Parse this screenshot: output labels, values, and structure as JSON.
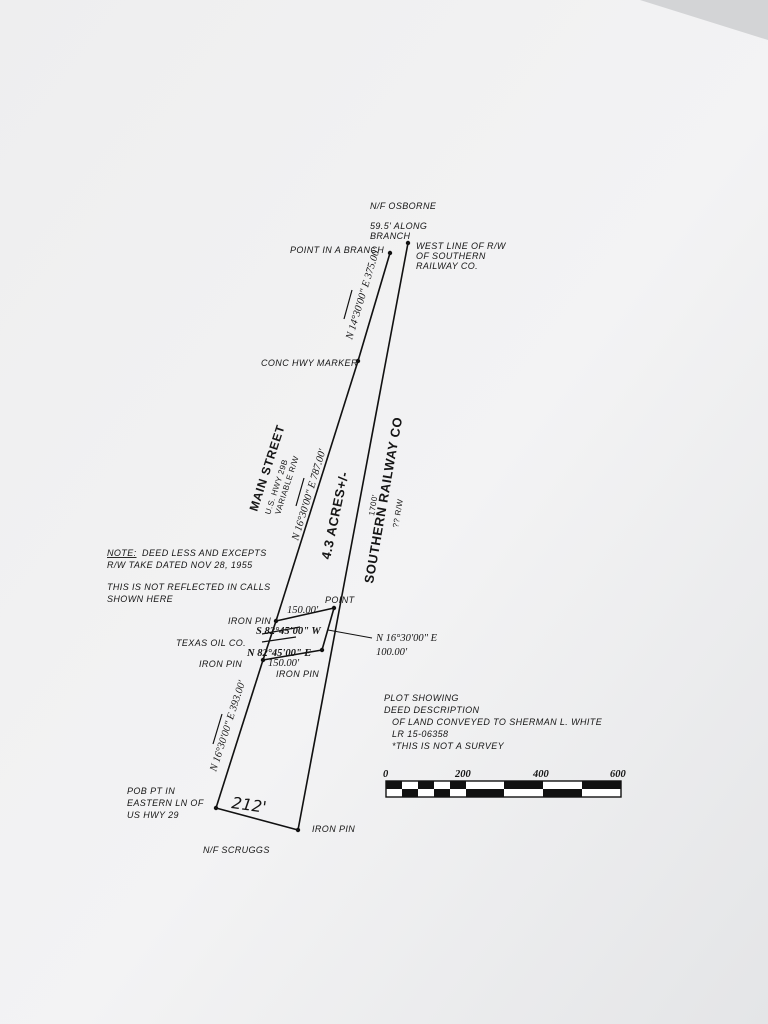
{
  "labels": {
    "nf_osborne": "N/F OSBORNE",
    "along_branch_1": "59.5' ALONG",
    "along_branch_2": "BRANCH",
    "point_branch": "POINT IN A BRANCH",
    "west_line_1": "WEST LINE OF R/W",
    "west_line_2": "OF SOUTHERN",
    "west_line_3": "RAILWAY CO.",
    "conc_marker": "CONC HWY MARKER",
    "main_street": "MAIN STREET",
    "us_hwy": "U.S. HWY 29B",
    "variable_rw": "VARIABLE R/W",
    "acres": "4.3 ACRES+/-",
    "railway": "SOUTHERN RAILWAY CO",
    "rw_1700": "1700'",
    "rw_unknown": "?? R/W",
    "note_title": "NOTE:",
    "note_1": "DEED LESS AND EXCEPTS",
    "note_2": "R/W TAKE DATED NOV 28, 1955",
    "note_3": "THIS IS NOT REFLECTED IN CALLS",
    "note_4": "SHOWN HERE",
    "point": "POINT",
    "iron_pin_1": "IRON PIN",
    "iron_pin_2": "IRON PIN",
    "iron_pin_3": "IRON PIN",
    "iron_pin_4": "IRON PIN",
    "texas_oil": "TEXAS OIL CO.",
    "pob_1": "POB PT IN",
    "pob_2": "EASTERN LN OF",
    "pob_3": "US HWY 29",
    "nf_scruggs": "N/F SCRUGGS",
    "handwritten": "212'"
  },
  "bearings": {
    "top_seg": "N 14°30'00\" E 375.00'",
    "mid_seg": "N 16°30'00\" E 787.00'",
    "low_seg": "N 16°30'00\" E 393.00'",
    "s_bearing": "S 82°45'00\" W",
    "s_dist": "150.00'",
    "n_bearing": "N 82°45'00\" E",
    "n_dist": "150.00'",
    "e_bearing": "N 16°30'00\" E",
    "e_dist": "100.00'"
  },
  "plot_info": {
    "line_1": "PLOT SHOWING",
    "line_2": "DEED DESCRIPTION",
    "line_3": "OF LAND CONVEYED TO SHERMAN L. WHITE",
    "line_4": "LR 15-06358",
    "line_5": "*THIS IS NOT A SURVEY"
  },
  "scale": {
    "ticks": [
      "0",
      "200",
      "400",
      "600"
    ]
  }
}
